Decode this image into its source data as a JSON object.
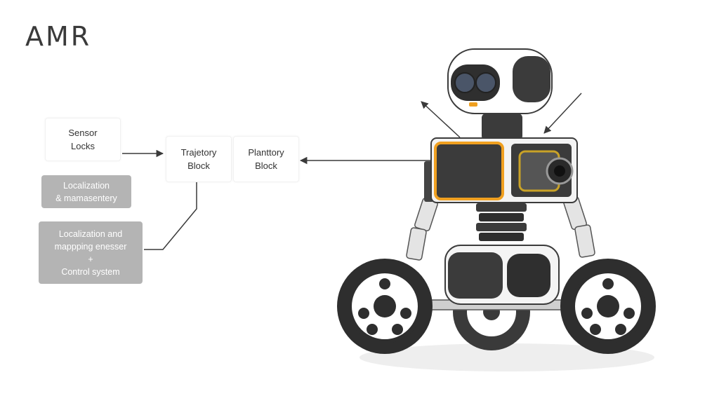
{
  "title": "AMR",
  "blocks": {
    "sensor": {
      "line1": "Sensor",
      "line2": "Locks"
    },
    "trajectory": {
      "line1": "Trajetory",
      "line2": "Block"
    },
    "plant": {
      "line1": "Planttory",
      "line2": "Block"
    },
    "localization_small": {
      "line1": "Localization",
      "line2": "& mamasentery"
    },
    "localization_large": {
      "line1": "Localization and",
      "line2": "mappping enesser",
      "line3": "+",
      "line4": "Control system"
    }
  },
  "colors": {
    "accent_orange": "#f0a020",
    "robot_dark": "#3b3b3b",
    "gray_block": "#b4b4b4"
  },
  "icons": [
    "amr-robot-illustration",
    "arrow-icon"
  ]
}
